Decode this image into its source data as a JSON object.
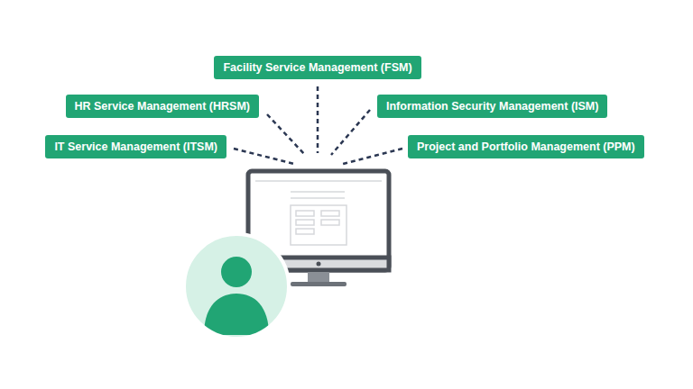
{
  "diagram": {
    "nodes": [
      {
        "text": [
          "Facility Service Management (FSM)"
        ]
      },
      {
        "text": [
          "HR Service Management (HRSM)"
        ]
      },
      {
        "text": [
          "Information Security Management (ISM)"
        ]
      },
      {
        "text": [
          "IT Service Management (ITSM)"
        ]
      },
      {
        "text": [
          "Project and Portfolio Management (PPM)"
        ]
      }
    ]
  }
}
